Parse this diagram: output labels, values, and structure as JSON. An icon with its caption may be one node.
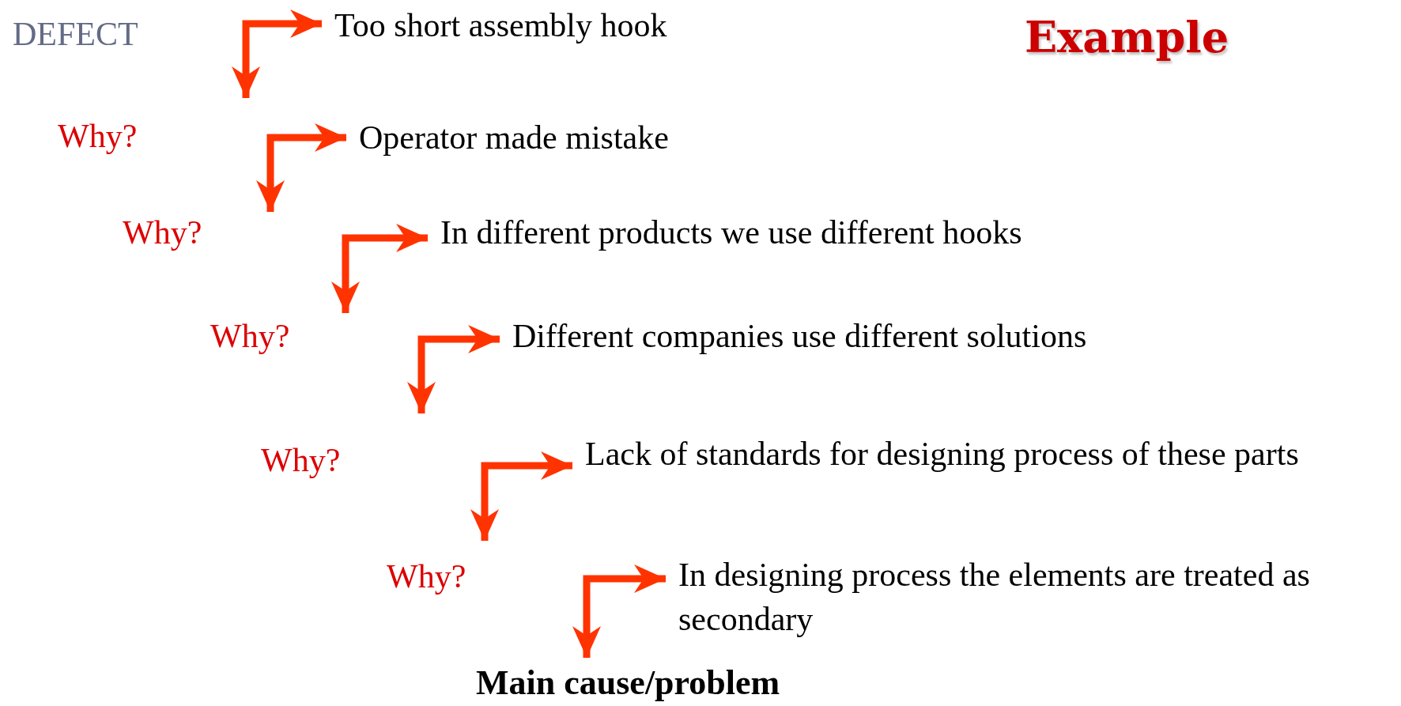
{
  "diagram": {
    "title": "Example",
    "nodes": [
      {
        "text": [
          "Too short assembly hook"
        ]
      },
      {
        "text": [
          "Operator made mistake"
        ]
      },
      {
        "text": [
          "In different products we use different hooks"
        ]
      },
      {
        "text": [
          "Different companies use different solutions"
        ]
      },
      {
        "text": [
          "Lack of standards for designing process of these parts"
        ]
      },
      {
        "text": [
          "In designing process the elements are treated as secondary"
        ]
      },
      {
        "text": [
          "Main cause/problem"
        ]
      }
    ],
    "edges": [
      {
        "from": null,
        "to": 0,
        "arrow": "both"
      },
      {
        "from": null,
        "to": 1,
        "arrow": "both"
      },
      {
        "from": null,
        "to": 2,
        "arrow": "both"
      },
      {
        "from": null,
        "to": 3,
        "arrow": "both"
      },
      {
        "from": null,
        "to": 4,
        "arrow": "both"
      },
      {
        "from": 6,
        "to": 5,
        "arrow": "both"
      }
    ],
    "labels": [
      "DEFECT",
      "Why?",
      "Why?",
      "Why?",
      "Why?",
      "Why?"
    ]
  }
}
